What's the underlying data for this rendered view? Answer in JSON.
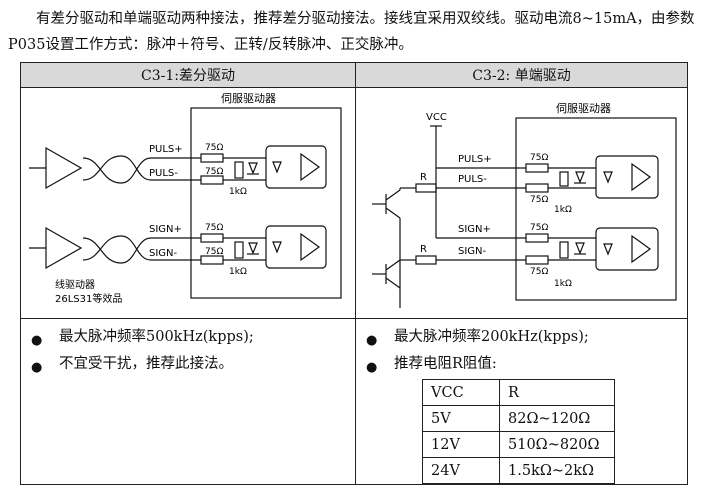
{
  "intro": "有差分驱动和单端驱动两种接法，推荐差分驱动接法。接线宜采用双绞线。驱动电流8~15mA，由参数P035设置工作方式：脉冲＋符号、正转/反转脉冲、正交脉冲。",
  "table": {
    "col1_header": "C3-1:差分驱动",
    "col2_header": "C3-2: 单端驱动"
  },
  "diagram_left": {
    "servo_label": "伺服驱动器",
    "puls_pos": "PULS+",
    "puls_neg": "PULS-",
    "sign_pos": "SIGN+",
    "sign_neg": "SIGN-",
    "r75_a": "75Ω",
    "r75_b": "75Ω",
    "r75_c": "75Ω",
    "r75_d": "75Ω",
    "r1k_a": "1kΩ",
    "r1k_b": "1kΩ",
    "driver_label_1": "线驱动器",
    "driver_label_2": "26LS31等效品"
  },
  "diagram_right": {
    "servo_label": "伺服驱动器",
    "vcc": "VCC",
    "puls_pos": "PULS+",
    "puls_neg": "PULS-",
    "sign_pos": "SIGN+",
    "sign_neg": "SIGN-",
    "r_a": "R",
    "r_b": "R",
    "r75_a": "75Ω",
    "r75_b": "75Ω",
    "r75_c": "75Ω",
    "r75_d": "75Ω",
    "r1k_a": "1kΩ",
    "r1k_b": "1kΩ"
  },
  "left_bullets": [
    "最大脉冲频率500kHz(kpps);",
    "不宜受干扰，推荐此接法。"
  ],
  "right_bullets": [
    "最大脉冲频率200kHz(kpps);",
    "推荐电阻R阻值:"
  ],
  "bullet_symbol": "●",
  "r_table": {
    "header": [
      "VCC",
      "R"
    ],
    "rows": [
      [
        "5V",
        "82Ω~120Ω"
      ],
      [
        "12V",
        "510Ω~820Ω"
      ],
      [
        "24V",
        "1.5kΩ~2kΩ"
      ]
    ]
  }
}
